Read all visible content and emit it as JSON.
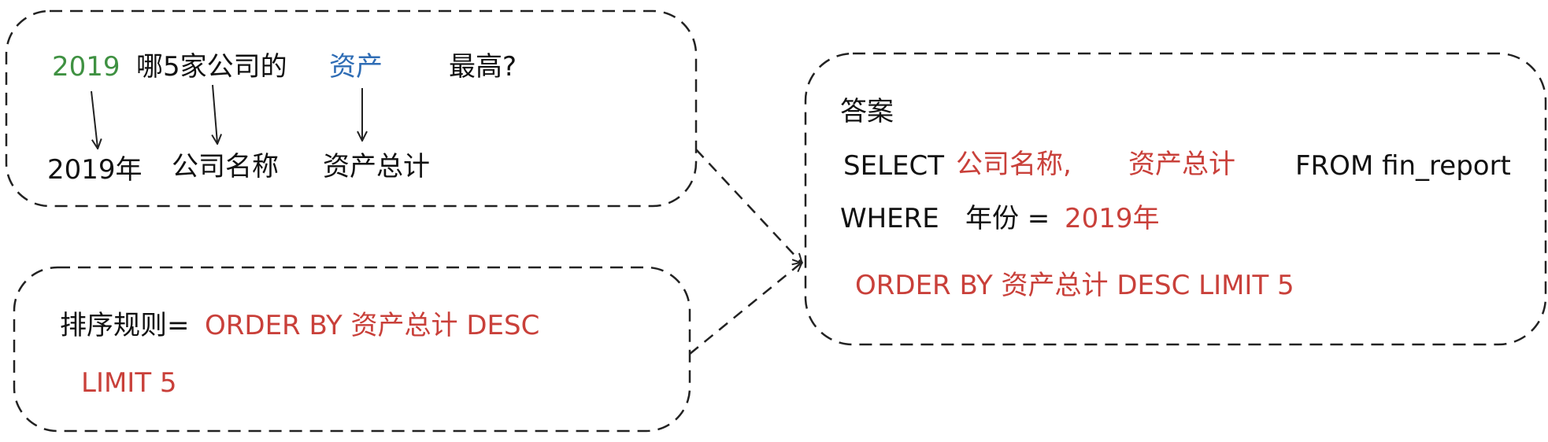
{
  "question": {
    "year": "2019",
    "text_a": "哪5家公司的",
    "metric": "资产",
    "text_b": "最高?",
    "map_year": "2019年",
    "map_company": "公司名称",
    "map_metric": "资产总计"
  },
  "sort_rule": {
    "label": "排序规则=",
    "line1": "ORDER BY 资产总计 DESC",
    "line2": "LIMIT 5"
  },
  "answer": {
    "title": "答案",
    "select_kw": "SELECT",
    "col1": "公司名称,",
    "col2": "资产总计",
    "from_clause": "FROM fin_report",
    "where_kw": "WHERE",
    "where_field": "年份 =",
    "where_value": "2019年",
    "order_clause": "ORDER BY 资产总计 DESC LIMIT 5"
  },
  "colors": {
    "year_highlight": "#3f9142",
    "metric_highlight": "#2f6db5",
    "sql_highlight": "#c9403a",
    "border": "#222222"
  }
}
